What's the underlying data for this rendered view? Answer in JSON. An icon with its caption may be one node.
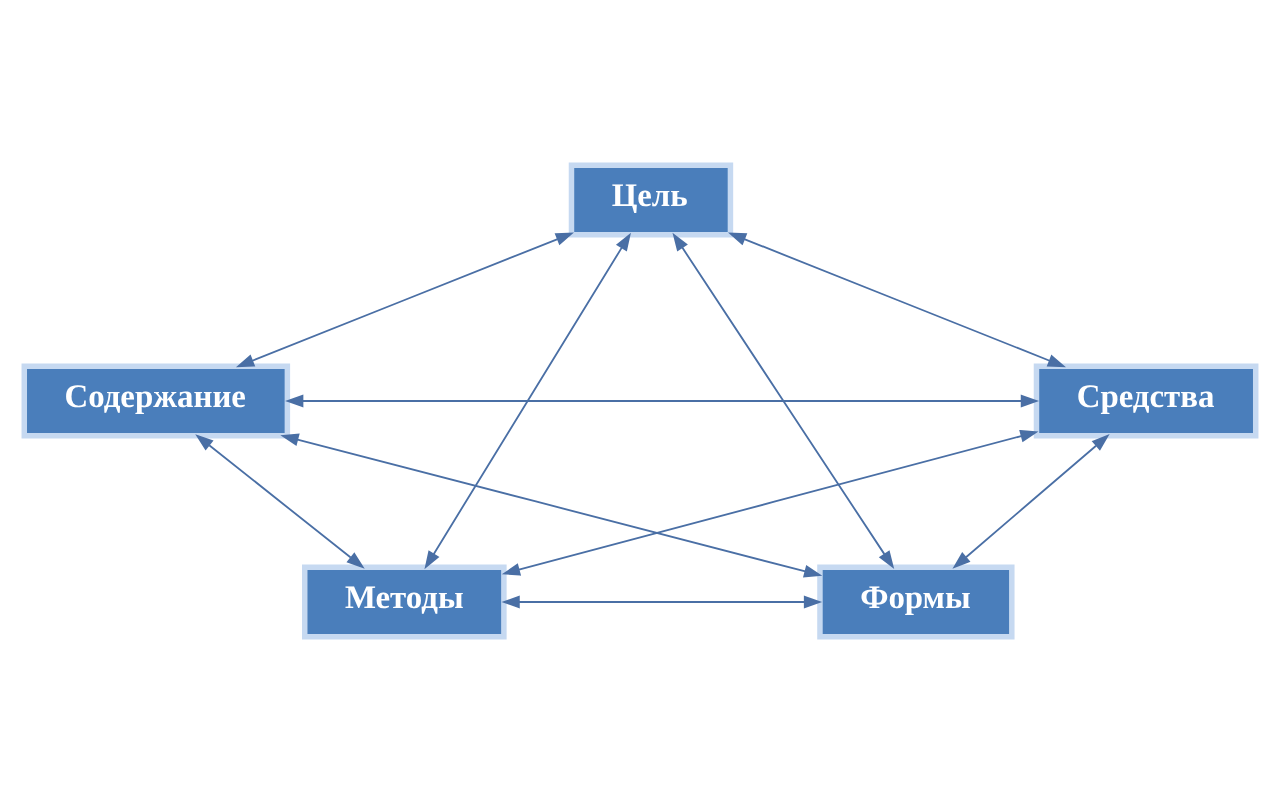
{
  "diagram": {
    "nodes": [
      {
        "text": [
          "Цель"
        ]
      },
      {
        "text": [
          "Содержание"
        ]
      },
      {
        "text": [
          "Средства"
        ]
      },
      {
        "text": [
          "Методы"
        ]
      },
      {
        "text": [
          "Формы"
        ]
      }
    ],
    "edges": [
      {
        "from": 0,
        "to": 1,
        "arrow": "both"
      },
      {
        "from": 0,
        "to": 2,
        "arrow": "both"
      },
      {
        "from": 0,
        "to": 3,
        "arrow": "both"
      },
      {
        "from": 0,
        "to": 4,
        "arrow": "both"
      },
      {
        "from": 1,
        "to": 2,
        "arrow": "both"
      },
      {
        "from": 1,
        "to": 3,
        "arrow": "both"
      },
      {
        "from": 1,
        "to": 4,
        "arrow": "both"
      },
      {
        "from": 2,
        "to": 3,
        "arrow": "both"
      },
      {
        "from": 2,
        "to": 4,
        "arrow": "both"
      },
      {
        "from": 3,
        "to": 4,
        "arrow": "both"
      }
    ]
  }
}
